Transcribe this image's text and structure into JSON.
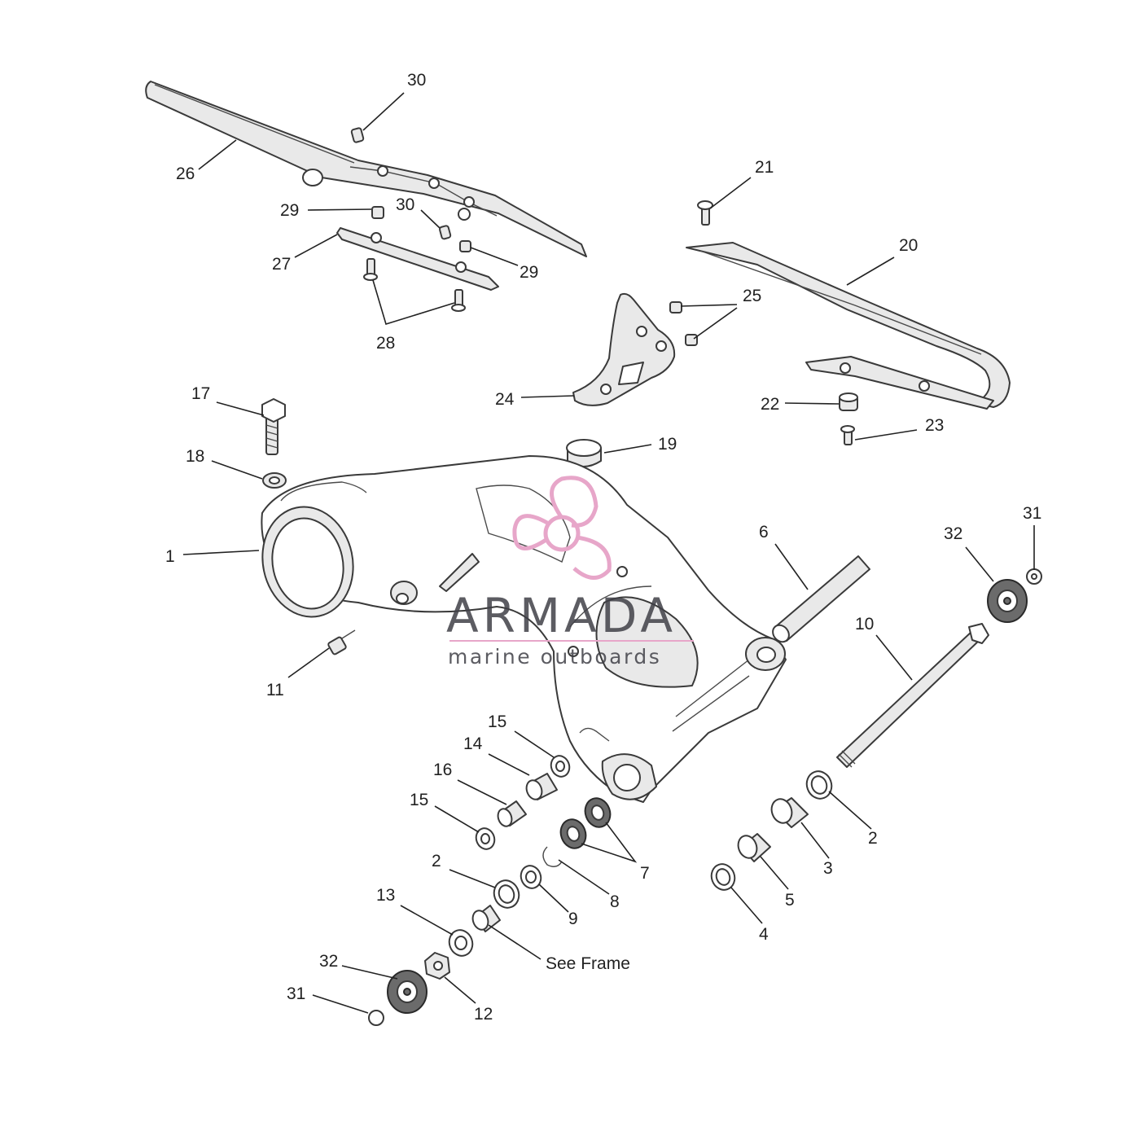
{
  "callouts": {
    "c1": "1",
    "c2a": "2",
    "c2b": "2",
    "c3": "3",
    "c4": "4",
    "c5": "5",
    "c6": "6",
    "c7": "7",
    "c8": "8",
    "c9": "9",
    "c10": "10",
    "c11": "11",
    "c12": "12",
    "c13": "13",
    "c14": "14",
    "c15a": "15",
    "c15b": "15",
    "c16": "16",
    "c17": "17",
    "c18": "18",
    "c19": "19",
    "c20": "20",
    "c21": "21",
    "c22": "22",
    "c23": "23",
    "c24": "24",
    "c25": "25",
    "c26": "26",
    "c27": "27",
    "c28": "28",
    "c29a": "29",
    "c29b": "29",
    "c30a": "30",
    "c30b": "30",
    "c31a": "31",
    "c31b": "31",
    "c32a": "32",
    "c32b": "32",
    "see_frame": "See Frame"
  },
  "watermark": {
    "brand": "ARMADA",
    "tagline": "marine outboards",
    "logo_color": "#e7a6c9",
    "text_color": "#3f4047"
  }
}
